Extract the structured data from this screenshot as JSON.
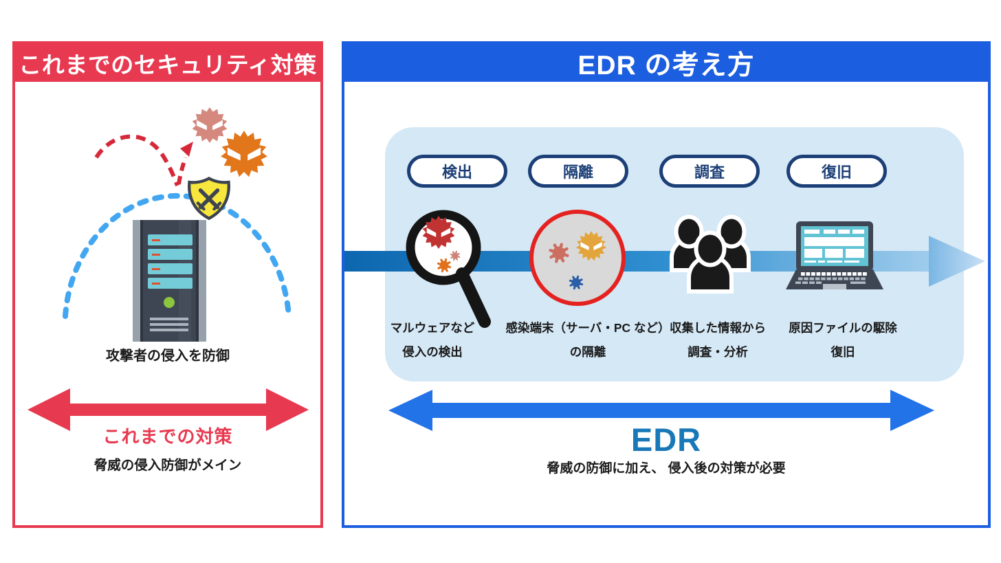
{
  "left_panel": {
    "title": "これまでのセキュリティ対策",
    "server_caption": "攻撃者の侵入を防御",
    "arrow_label": "これまでの対策",
    "description": "脅威の侵入防御がメイン",
    "accent_color": "#e73950"
  },
  "right_panel": {
    "title": "EDR の考え方",
    "steps": [
      {
        "label": "検出",
        "caption_line1": "マルウェアなど",
        "caption_line2": "侵入の検出"
      },
      {
        "label": "隔離",
        "caption_line1": "感染端末（サーバ・PC など）",
        "caption_line2": "の隔離"
      },
      {
        "label": "調査",
        "caption_line1": "収集した情報から",
        "caption_line2": "調査・分析"
      },
      {
        "label": "復旧",
        "caption_line1": "原因ファイルの駆除",
        "caption_line2": "復旧"
      }
    ],
    "arrow_label": "EDR",
    "description": "脅威の防御に加え、 侵入後の対策が必要",
    "accent_color": "#1c5ee0",
    "edr_text_color": "#1878b8"
  },
  "icons": {
    "left": [
      "virus-icon",
      "shield-icon",
      "server-icon",
      "defense-dome-arc",
      "deflected-attack-arrow"
    ],
    "right": [
      "magnifier-virus-icon",
      "infected-endpoint-icon",
      "analysts-group-icon",
      "laptop-icon",
      "timeline-band-arrow"
    ]
  }
}
